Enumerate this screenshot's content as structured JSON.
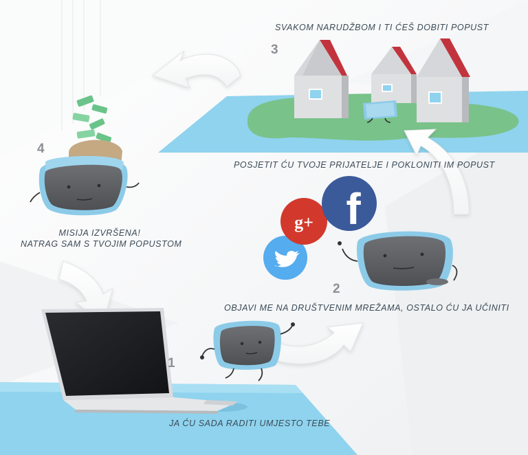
{
  "steps": [
    {
      "number": "1",
      "caption": "JA ĆU SADA RADITI UMJESTO TEBE"
    },
    {
      "number": "2",
      "caption": "OBJAVI ME NA DRUŠTVENIM MREŽAMA, OSTALO ĆU JA UČINITI"
    },
    {
      "number": "3",
      "caption": "SVAKOM NARUDŽBOM I TI ĆEŠ DOBITI POPUST"
    },
    {
      "number": "4",
      "caption_line1": "MISIJA IZVRŠENA!",
      "caption_line2": "NATRAG SAM S TVOJIM POPUSTOM"
    }
  ],
  "extra_caption": "POSJETIT ĆU TVOJE PRIJATELJE I POKLONITI IM POPUST",
  "social": {
    "facebook_letter": "f",
    "googleplus_letter": "g+"
  },
  "colors": {
    "water": "#8fd3ee",
    "island": "#79c28a",
    "roof": "#c2343d",
    "robot_body": "#5f6165",
    "robot_rim": "#8ccbe8",
    "facebook": "#3b5a9a",
    "googleplus": "#d2392c",
    "twitter": "#55acee",
    "money": "#6ac48a"
  },
  "icons": [
    "laptop-icon",
    "robot-icon",
    "house-icon",
    "facebook-icon",
    "googleplus-icon",
    "twitter-icon",
    "money-icon",
    "arrow-icon"
  ]
}
